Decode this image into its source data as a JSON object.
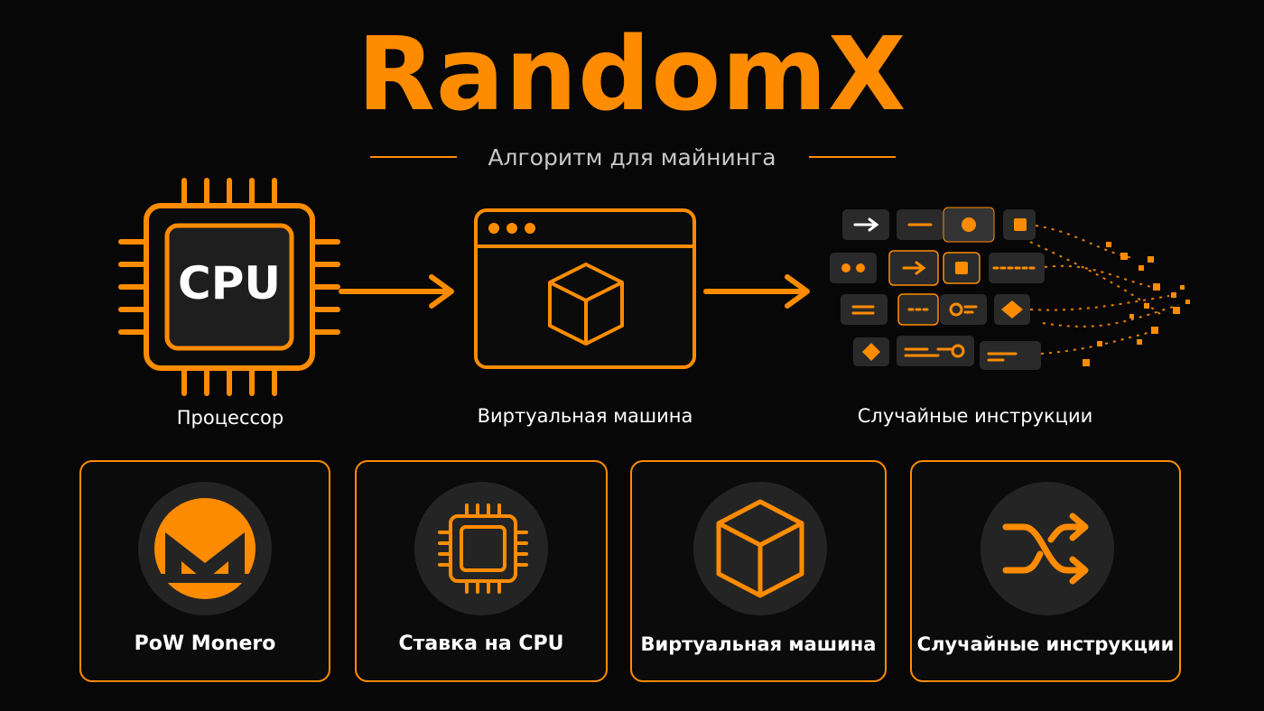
{
  "title": "RandomX",
  "subtitle": "Алгоритм для майнинга",
  "flow": {
    "cpu_chip_text": "CPU",
    "steps": [
      {
        "label": "Процессор"
      },
      {
        "label": "Виртуальная машина"
      },
      {
        "label": "Случайные инструкции"
      }
    ]
  },
  "cards": [
    {
      "label": "PoW Monero",
      "icon": "monero-logo-icon"
    },
    {
      "label": "Ставка на CPU",
      "icon": "cpu-chip-icon"
    },
    {
      "label": "Виртуальная машина",
      "icon": "cube-icon"
    },
    {
      "label": "Случайные инструкции",
      "icon": "shuffle-icon"
    }
  ],
  "colors": {
    "accent": "#ff8c00",
    "background": "#070707",
    "tile": "#2a2a2a"
  }
}
